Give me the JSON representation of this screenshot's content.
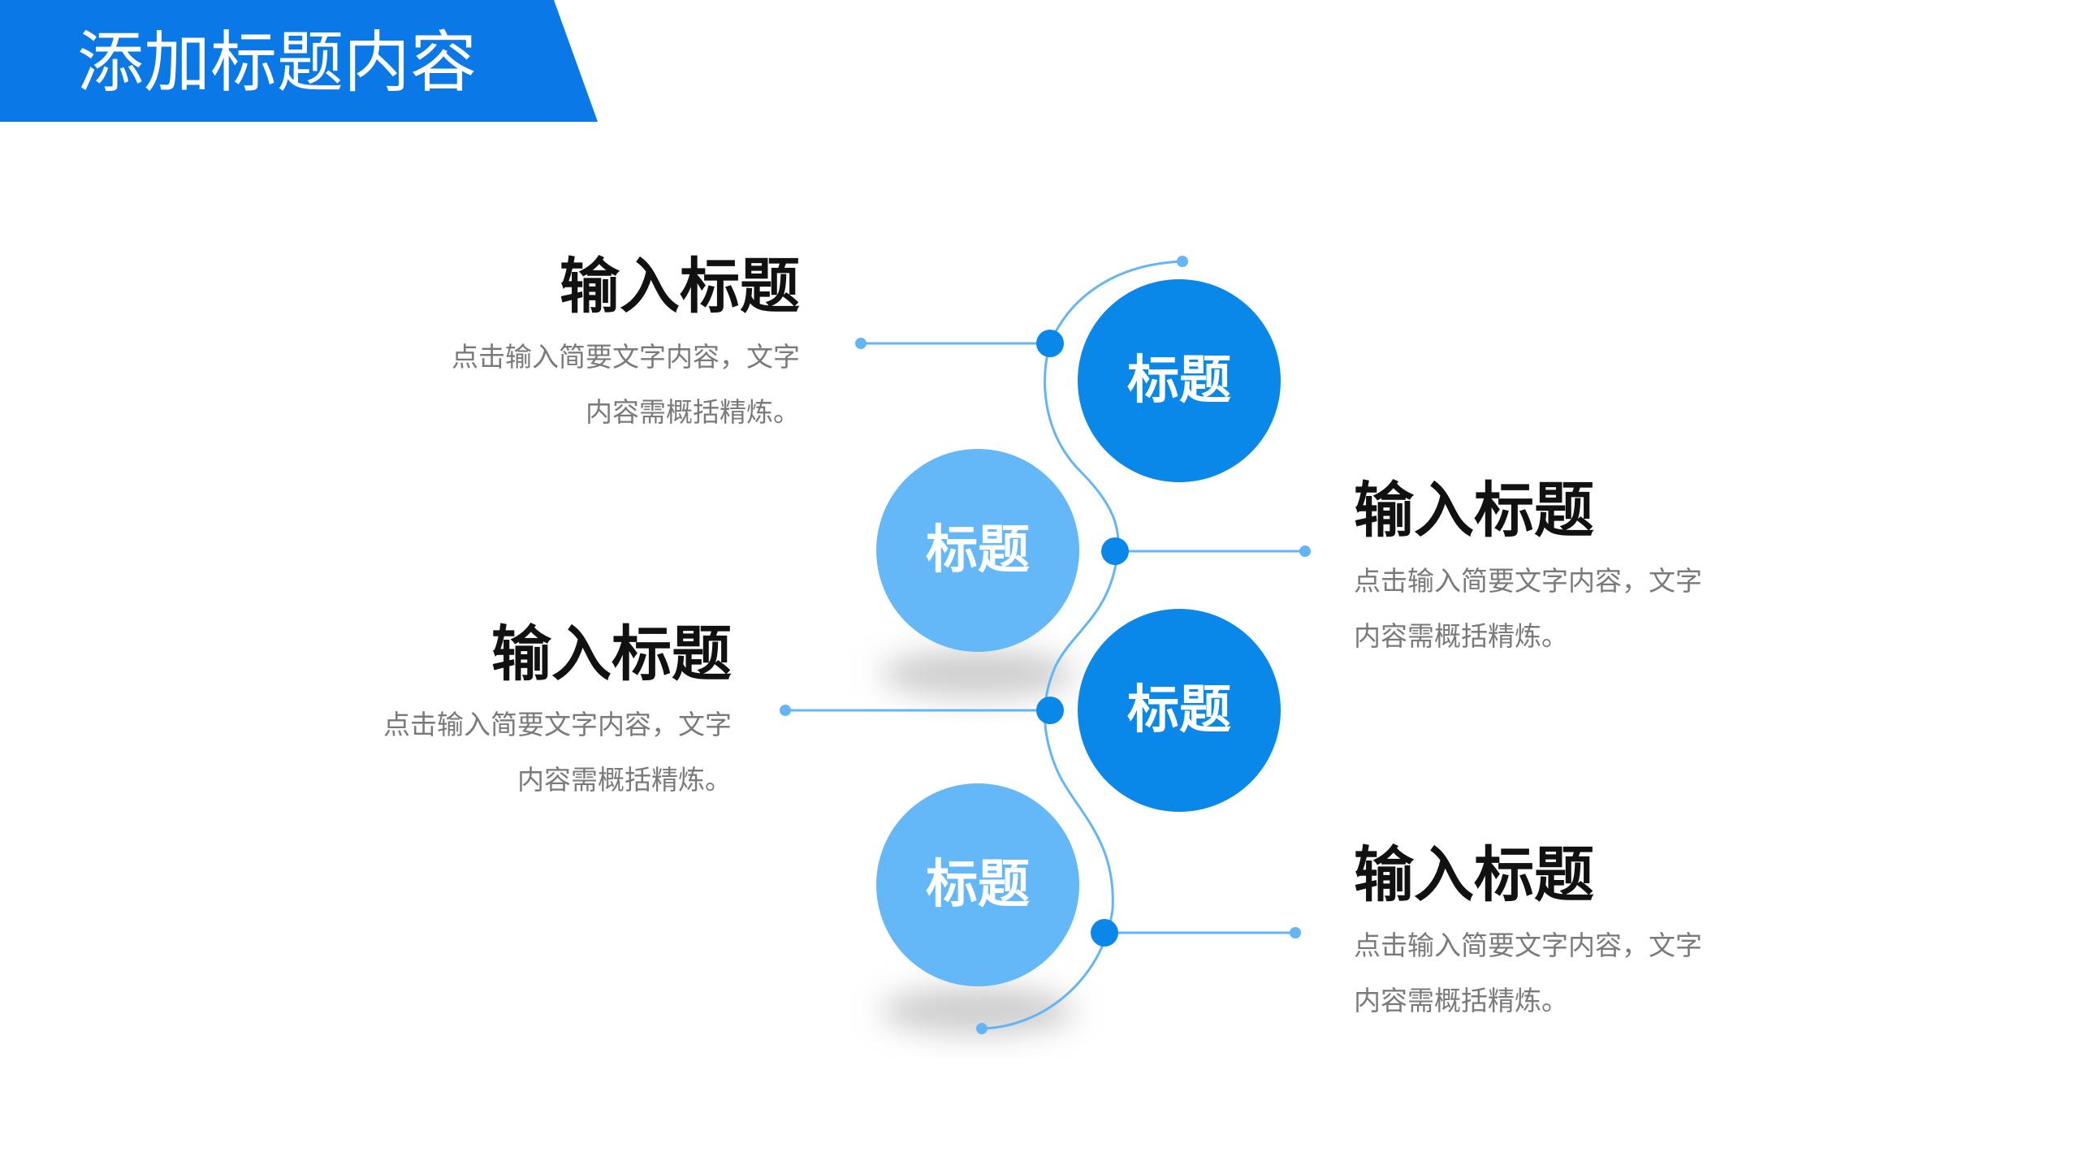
{
  "header": {
    "title": "添加标题内容",
    "color": "#0a78e6"
  },
  "colors": {
    "dark_circle": "#0a88ea",
    "light_circle": "#64b8f8",
    "line": "#64b5f6",
    "dot": "#0a88ea"
  },
  "circles": [
    {
      "label": "标题",
      "tone": "dark"
    },
    {
      "label": "标题",
      "tone": "light"
    },
    {
      "label": "标题",
      "tone": "dark"
    },
    {
      "label": "标题",
      "tone": "light"
    }
  ],
  "blocks": [
    {
      "title": "输入标题",
      "desc_line1": "点击输入简要文字内容，文字",
      "desc_line2": "内容需概括精炼。"
    },
    {
      "title": "输入标题",
      "desc_line1": "点击输入简要文字内容，文字",
      "desc_line2": "内容需概括精炼。"
    },
    {
      "title": "输入标题",
      "desc_line1": "点击输入简要文字内容，文字",
      "desc_line2": "内容需概括精炼。"
    },
    {
      "title": "输入标题",
      "desc_line1": "点击输入简要文字内容，文字",
      "desc_line2": "内容需概括精炼。"
    }
  ]
}
